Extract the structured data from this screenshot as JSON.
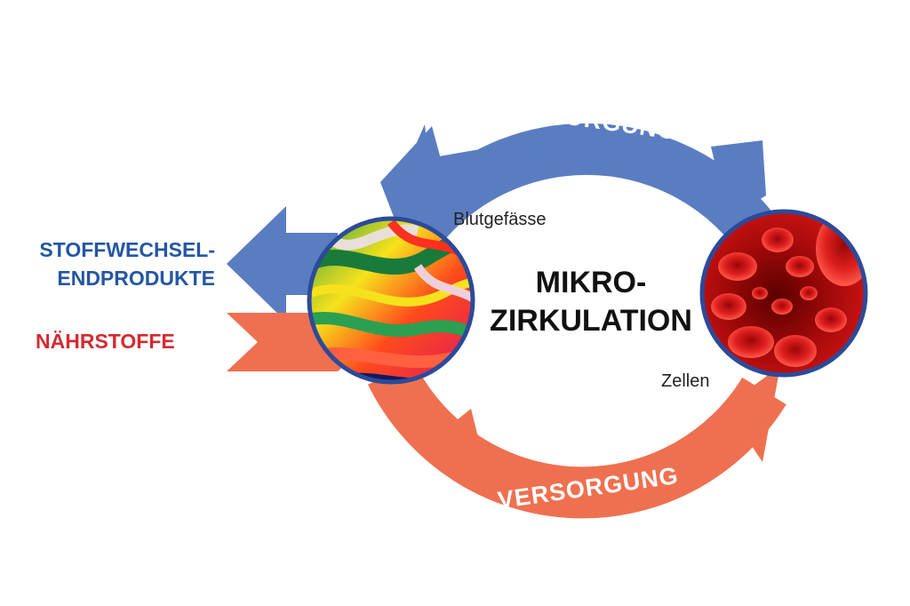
{
  "colors": {
    "blue": "#5a7dc2",
    "orange": "#ef7050",
    "blue_text": "#2456a4",
    "red_text": "#d42a32",
    "circle_border": "#2c4a9a"
  },
  "arrows": {
    "top_label": "ENTSORGUNG",
    "bottom_label": "VERSORGUNG"
  },
  "left": {
    "outgoing_line1": "STOFFWECHSEL-",
    "outgoing_line2": "ENDPRODUKTE",
    "incoming": "NÄHRSTOFFE"
  },
  "center": {
    "title_line1": "MIKRO-",
    "title_line2": "ZIRKULATION"
  },
  "labels": {
    "vessels": "Blutgefässe",
    "cells": "Zellen"
  },
  "images": {
    "left": "thermal-blood-vessels-image",
    "right": "red-blood-cells-image"
  }
}
